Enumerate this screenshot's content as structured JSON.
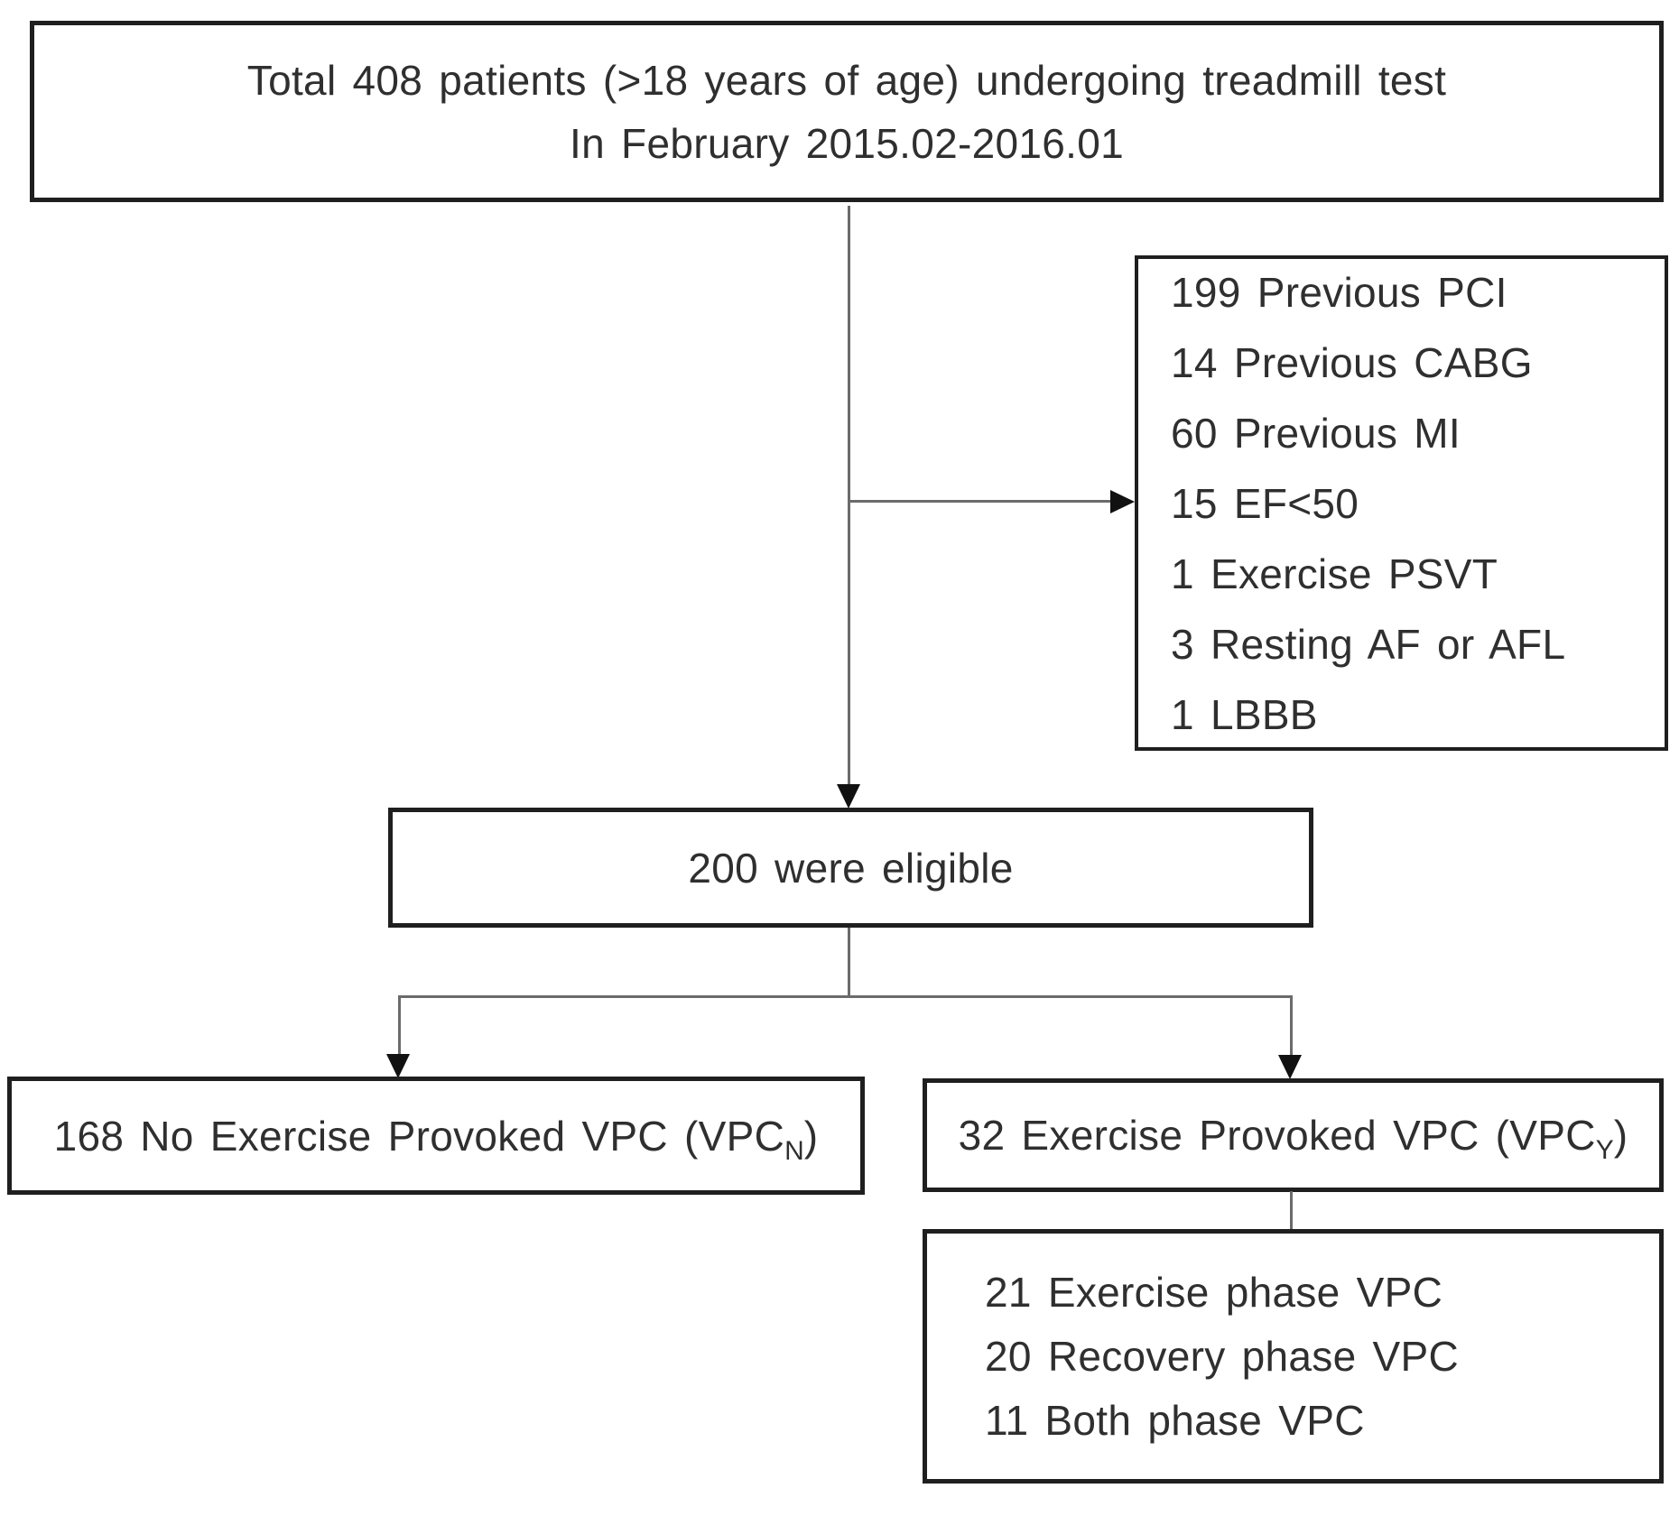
{
  "figure": {
    "background": "#ffffff",
    "box_border_color": "#1f1f1f",
    "connector_color": "#6b6b6b",
    "arrow_color": "#111111",
    "text_color": "#2f2f2f"
  },
  "boxes": {
    "total": {
      "line1": "Total 408 patients (>18 years of age) undergoing treadmill test",
      "line2": "In February 2015.02-2016.01"
    },
    "exclusions": {
      "items": [
        "199 Previous PCI",
        "14 Previous CABG",
        "60 Previous MI",
        "15 EF<50",
        "1 Exercise PSVT",
        "3 Resting AF or AFL",
        "1 LBBB"
      ]
    },
    "eligible": {
      "label": "200 were eligible"
    },
    "no_vpc": {
      "prefix": "168 No Exercise Provoked VPC (VPC",
      "subscript": "N",
      "suffix": ")"
    },
    "vpc": {
      "prefix": "32 Exercise Provoked VPC (VPC",
      "subscript": "Y",
      "suffix": ")"
    },
    "breakdown": {
      "items": [
        "21 Exercise phase VPC",
        "20 Recovery phase VPC",
        "11 Both phase VPC"
      ]
    }
  }
}
